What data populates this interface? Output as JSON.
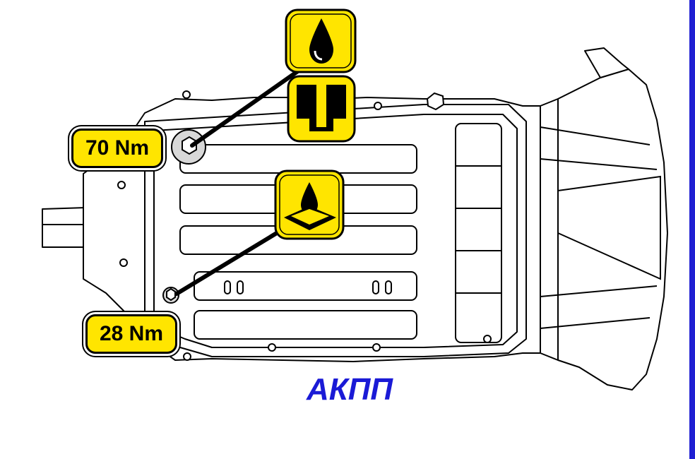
{
  "labels": {
    "fill_plug_torque": "70 Nm",
    "drain_plug_torque": "28 Nm"
  },
  "caption": "АКПП",
  "icons": {
    "fill": "oil-drop-icon",
    "level": "oil-level-icon",
    "drain": "oil-drain-pan-icon"
  },
  "colors": {
    "label_fill": "#ffe500",
    "caption": "#1a1ad6",
    "border_bar": "#1f1fd2"
  }
}
